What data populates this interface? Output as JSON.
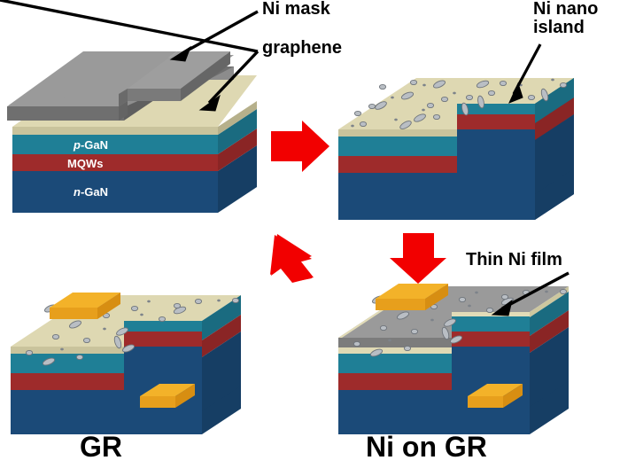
{
  "figure": {
    "title": "",
    "type": "process-flow-diagram",
    "panels": [
      {
        "id": "panel-top-left",
        "step": 1,
        "description": "LED epitaxial stack with graphene layer and Ni mask on top",
        "layers": [
          {
            "name": "Ni mask",
            "color": "#9a9a9a"
          },
          {
            "name": "graphene",
            "color": "#d8d2ab"
          },
          {
            "name": "p-GaN",
            "color": "#1f7f96"
          },
          {
            "name": "MQWs",
            "color": "#9e2b2b"
          },
          {
            "name": "n-GaN",
            "color": "#1b4a78"
          }
        ],
        "stack_labels": [
          "p-GaN",
          "MQWs",
          "n-GaN"
        ]
      },
      {
        "id": "panel-top-right",
        "step": 2,
        "description": "Mesa-etched stack with Ni nano islands on graphene surface",
        "stack_labels": []
      },
      {
        "id": "panel-bottom-left",
        "step": 3,
        "description": "GR device: Ni nano islands on graphene with p and n gold contact pads",
        "caption": "GR",
        "stack_labels": []
      },
      {
        "id": "panel-bottom-right",
        "step": 4,
        "description": "Ni on GR device: thin Ni film deposited over graphene with gold contact pads",
        "caption": "Ni on GR",
        "stack_labels": []
      }
    ]
  },
  "annotations": {
    "ni_mask": "Ni mask",
    "graphene": "graphene",
    "ni_nano_island": "Ni nano\nisland",
    "thin_ni_film": "Thin Ni film",
    "p_gan_italic": "p",
    "p_gan_rest": "-GaN",
    "mqws": "MQWs",
    "n_gan_italic": "n",
    "n_gan_rest": "-GaN"
  },
  "captions": {
    "bottom_left": "GR",
    "bottom_right": "Ni on GR"
  },
  "arrows": {
    "step1_to_step2": "right-arrow",
    "step2_to_step3": "down-left-arrow",
    "step2_to_step4": "down-arrow",
    "arrow_color": "#f20000"
  },
  "colors": {
    "ni_mask_top": "#9a9a9a",
    "ni_mask_side": "#6f6f6f",
    "graphene_top": "#ded8b2",
    "graphene_side": "#c9c39c",
    "p_gan": "#1f7f96",
    "p_gan_side": "#1a6b80",
    "mqws": "#9e2b2b",
    "mqws_side": "#8a2525",
    "n_gan": "#1b4a78",
    "n_gan_side": "#163e64",
    "n_gan_floor": "#3f6d96",
    "gold_top": "#f3b229",
    "gold_side": "#dd9417",
    "ni_film_top": "#9a9a9a",
    "ni_film_side": "#7c7c7c",
    "island_fill": "#b9bec4",
    "island_stroke": "#6d737a",
    "arrow_red": "#f20000",
    "text_black": "#000000",
    "text_white": "#ffffff",
    "background": "#ffffff"
  }
}
